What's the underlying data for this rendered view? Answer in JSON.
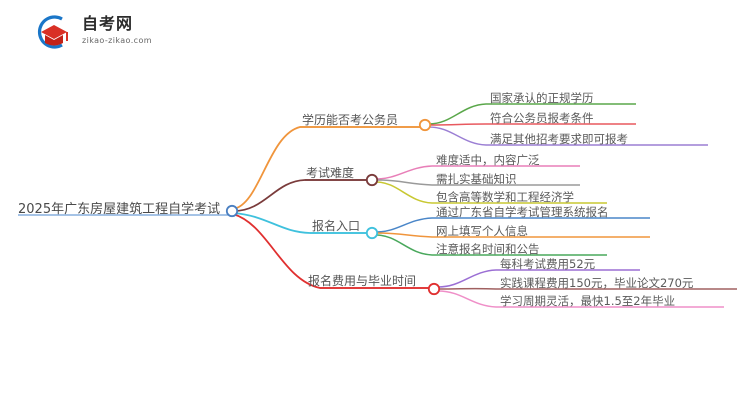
{
  "logo": {
    "name_cn": "自考网",
    "name_en": "zikao-zikao.com",
    "icon": "graduation-cap-icon",
    "colors": {
      "ring": "#1a76c8",
      "cap": "#d93025"
    }
  },
  "mindmap": {
    "root": {
      "label": "2025年广东房屋建筑工程自学考试",
      "node_color": "#4a7fc1",
      "underline_color": "#6f9fd8"
    },
    "branches": [
      {
        "label": "学历能否考公务员",
        "color": "#f0953c",
        "node_color": "#f0953c",
        "children": [
          {
            "label": "国家承认的正规学历",
            "color": "#5aa74a"
          },
          {
            "label": "符合公务员报考条件",
            "color": "#e8595f"
          },
          {
            "label": "满足其他招考要求即可报考",
            "color": "#9b7fd4"
          }
        ]
      },
      {
        "label": "考试难度",
        "color": "#7a3b3b",
        "node_color": "#7a3b3b",
        "children": [
          {
            "label": "难度适中，内容广泛",
            "color": "#e87fb8"
          },
          {
            "label": "需扎实基础知识",
            "color": "#9a9a9a"
          },
          {
            "label": "包含高等数学和工程经济学",
            "color": "#c8c832"
          }
        ]
      },
      {
        "label": "报名入口",
        "color": "#3fc1dd",
        "node_color": "#3fc1dd",
        "children": [
          {
            "label": "通过广东省自学考试管理系统报名",
            "color": "#4a86c8"
          },
          {
            "label": "网上填写个人信息",
            "color": "#f0953c"
          },
          {
            "label": "注意报名时间和公告",
            "color": "#49a85c"
          }
        ]
      },
      {
        "label": "报名费用与毕业时间",
        "color": "#e03030",
        "node_color": "#e03030",
        "children": [
          {
            "label": "每科考试费用52元",
            "color": "#9b6fd4"
          },
          {
            "label": "实践课程费用150元，毕业论文270元",
            "color": "#a06060"
          },
          {
            "label": "学习周期灵活，最快1.5至2年毕业",
            "color": "#ef8fc8"
          }
        ]
      }
    ]
  }
}
